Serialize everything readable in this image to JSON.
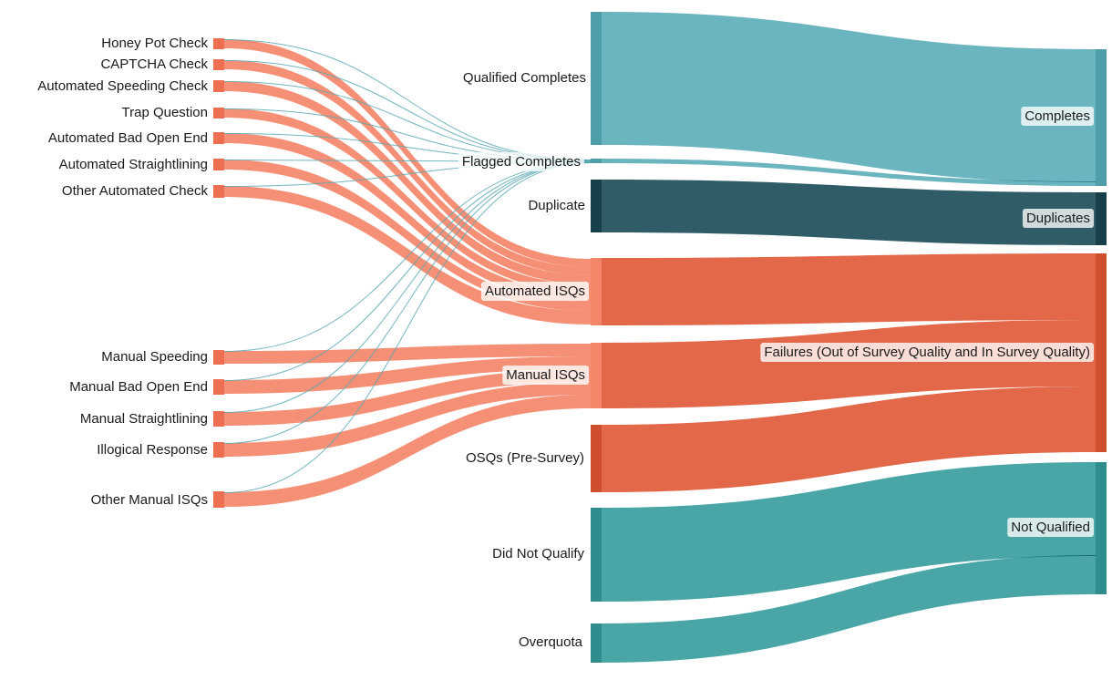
{
  "colors": {
    "check": "#f4876a",
    "check_node": "#ee6e52",
    "teal": "#63b1bd",
    "teal_dark": "#4e9ea9",
    "navy": "#25535f",
    "navy_dark": "#163f4a",
    "orange": "#e0603f",
    "orange_dark": "#cf4e2d",
    "green": "#3fa0a1",
    "green_dark": "#2f8d8e",
    "thin": "#5aa8b4"
  },
  "nodes": {
    "honey_pot": "Honey Pot Check",
    "captcha": "CAPTCHA Check",
    "auto_speeding": "Automated Speeding Check",
    "trap": "Trap Question",
    "auto_bad_open": "Automated Bad Open End",
    "auto_straight": "Automated Straightlining",
    "other_auto": "Other Automated Check",
    "manual_speeding": "Manual Speeding",
    "manual_bad_open": "Manual Bad Open End",
    "manual_straight": "Manual Straightlining",
    "illogical": "Illogical Response",
    "other_manual": "Other Manual ISQs",
    "qualified": "Qualified Completes",
    "flagged": "Flagged Completes",
    "duplicate": "Duplicate",
    "auto_isqs": "Automated ISQs",
    "manual_isqs": "Manual ISQs",
    "osqs": "OSQs (Pre-Survey)",
    "dnq": "Did Not Qualify",
    "overquota": "Overquota",
    "completes": "Completes",
    "duplicates": "Duplicates",
    "failures": "Failures (Out of Survey Quality and In Survey Quality)",
    "not_qualified": "Not Qualified"
  }
}
